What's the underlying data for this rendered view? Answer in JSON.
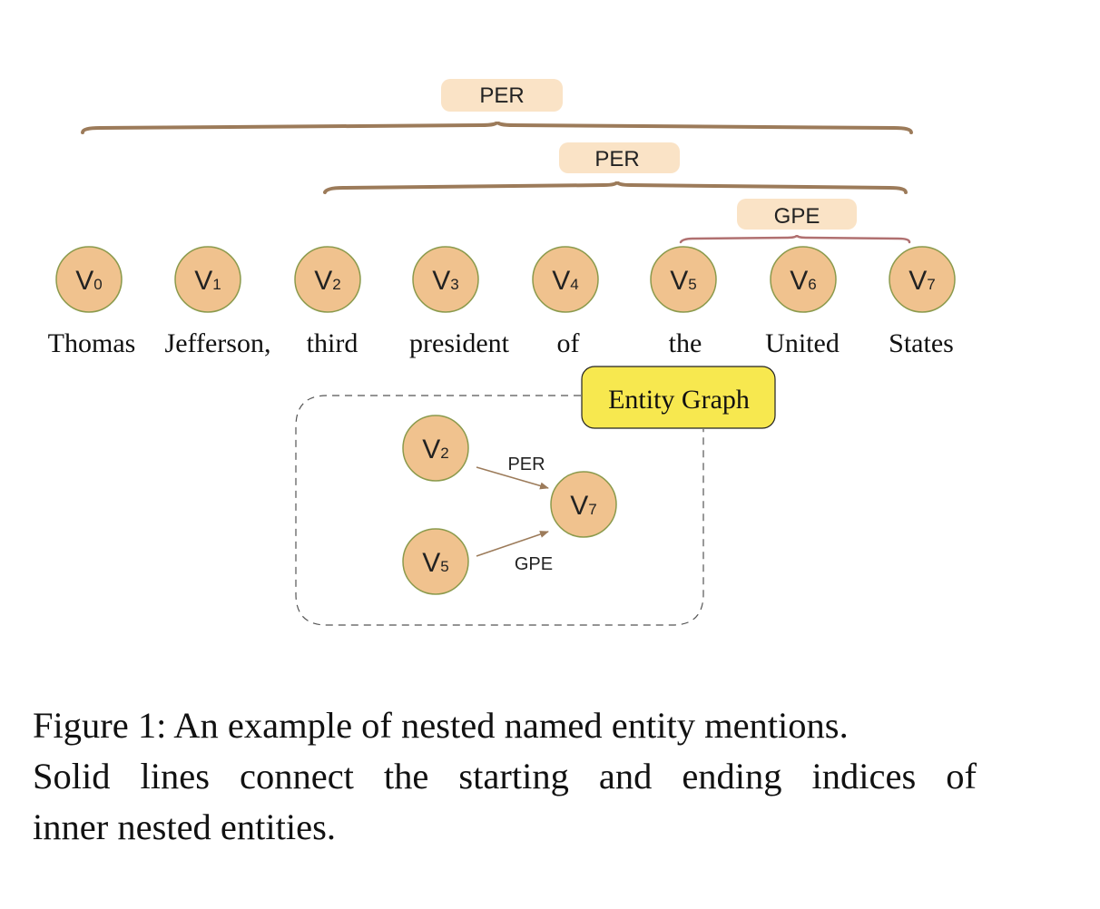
{
  "figure": {
    "nodes": [
      {
        "base": "V",
        "sub": "0"
      },
      {
        "base": "V",
        "sub": "1"
      },
      {
        "base": "V",
        "sub": "2"
      },
      {
        "base": "V",
        "sub": "3"
      },
      {
        "base": "V",
        "sub": "4"
      },
      {
        "base": "V",
        "sub": "5"
      },
      {
        "base": "V",
        "sub": "6"
      },
      {
        "base": "V",
        "sub": "7"
      }
    ],
    "words": [
      "Thomas",
      "Jefferson,",
      "third",
      "president",
      "of",
      "the",
      "United",
      "States"
    ],
    "spans": [
      {
        "label": "PER",
        "start": 0,
        "end": 7
      },
      {
        "label": "PER",
        "start": 2,
        "end": 7
      },
      {
        "label": "GPE",
        "start": 5,
        "end": 7
      }
    ],
    "entity_graph": {
      "title": "Entity Graph",
      "nodes": [
        {
          "base": "V",
          "sub": "2"
        },
        {
          "base": "V",
          "sub": "7"
        },
        {
          "base": "V",
          "sub": "5"
        }
      ],
      "edges": [
        {
          "from": "V2",
          "to": "V7",
          "label": "PER"
        },
        {
          "from": "V5",
          "to": "V7",
          "label": "GPE"
        }
      ]
    },
    "colors": {
      "node_fill": "#f0c28e",
      "node_stroke": "#8b9a4c",
      "label_bg": "#fae3c6",
      "brace_brown": "#9c7b5a",
      "brace_gpe": "#b07070",
      "graph_title_bg": "#f7e84f",
      "arrow": "#9c7b5a"
    }
  },
  "caption": {
    "lines": [
      "Figure 1: An example of nested named entity mentions.",
      "Solid lines connect the starting and ending indices of",
      "inner nested entities."
    ]
  }
}
